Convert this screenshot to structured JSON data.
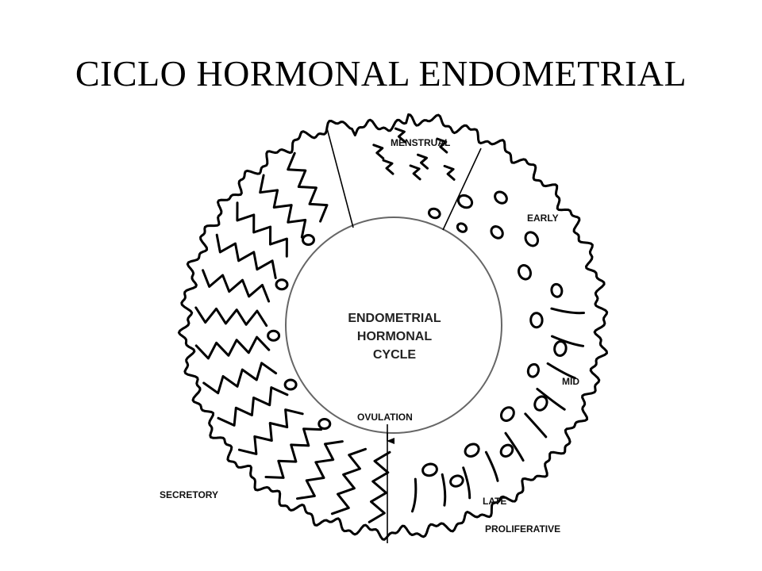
{
  "title": "CICLO HORMONAL ENDOMETRIAL",
  "diagram": {
    "center_lines": [
      "ENDOMETRIAL",
      "HORMONAL",
      "CYCLE"
    ],
    "labels": {
      "menstrual": "MENSTRUAL",
      "early": "EARLY",
      "mid": "MID",
      "late": "LATE",
      "proliferative": "PROLIFERATIVE",
      "ovulation": "OVULATION",
      "secretory": "SECRETORY"
    }
  }
}
